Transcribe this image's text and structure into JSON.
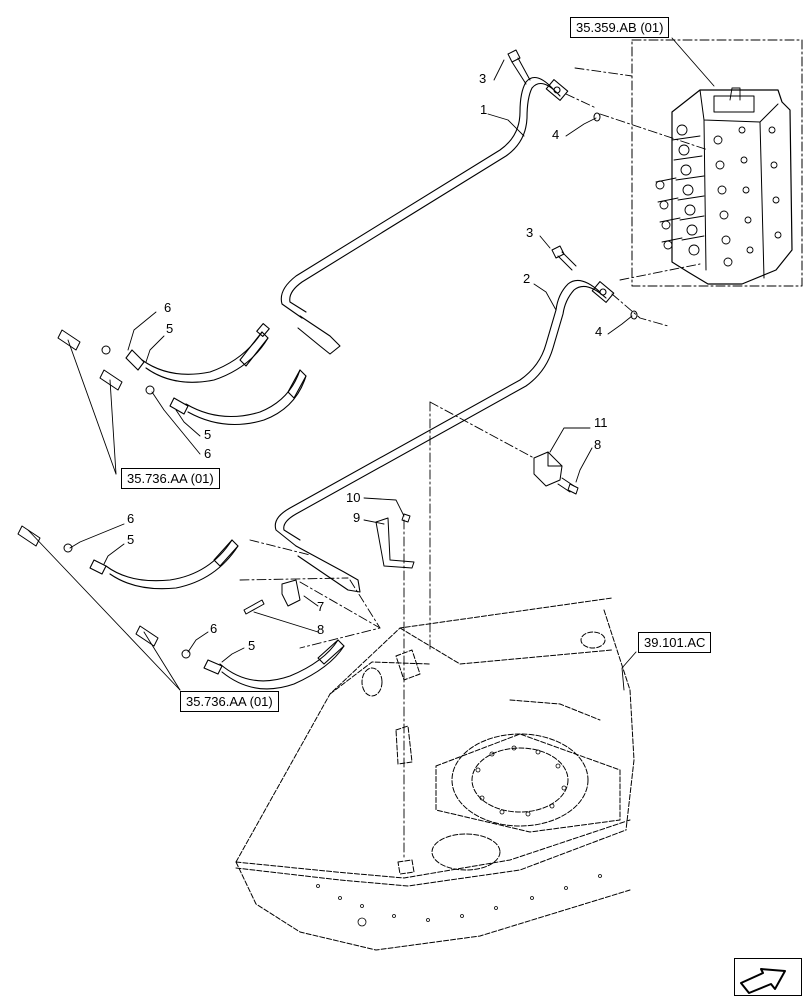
{
  "references": {
    "control_valve": "35.359.AB (01)",
    "fittings_upper": "35.736.AA (01)",
    "fittings_lower": "35.736.AA (01)",
    "frame": "39.101.AC"
  },
  "callouts": {
    "c1": "1",
    "c2": "2",
    "c3a": "3",
    "c3b": "3",
    "c4a": "4",
    "c4b": "4",
    "c5a": "5",
    "c5b": "5",
    "c5c": "5",
    "c5d": "5",
    "c6a": "6",
    "c6b": "6",
    "c6c": "6",
    "c6d": "6",
    "c7": "7",
    "c8a": "8",
    "c8b": "8",
    "c9": "9",
    "c10": "10",
    "c11": "11"
  },
  "icons": {
    "nav": "next-page-arrow-icon"
  }
}
